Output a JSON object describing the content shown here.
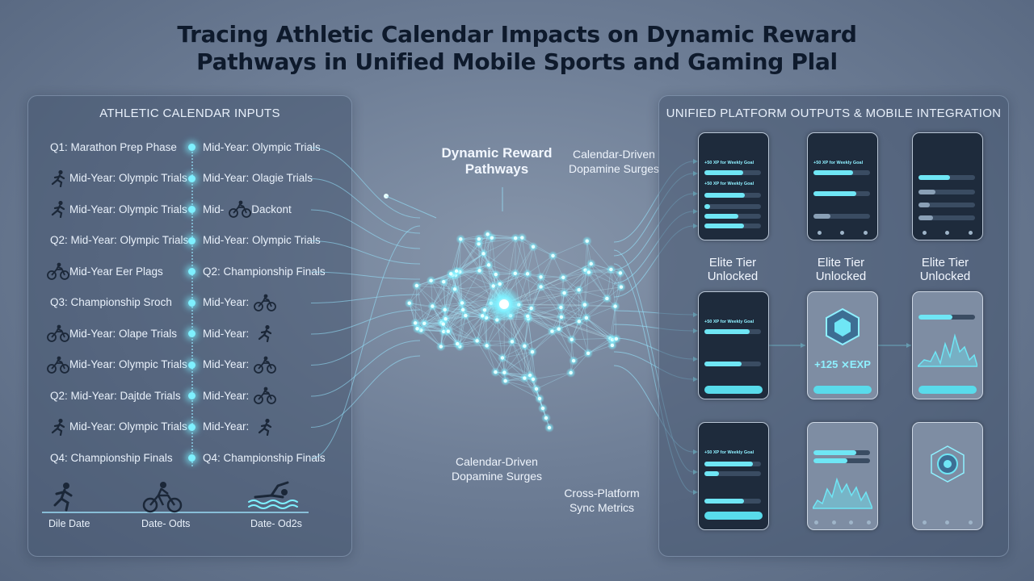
{
  "title_line1": "Tracing Athletic Calendar Impacts on Dynamic Reward",
  "title_line2": "Pathways in Unified Mobile Sports and Gaming Plal",
  "left_panel": {
    "header": "ATHLETIC CALENDAR INPUTS",
    "rows": [
      {
        "left": "Q1: Marathon Prep Phase",
        "left_icon": "",
        "right": "Mid-Year: Olympic Trials",
        "right_icon": ""
      },
      {
        "left": "Mid-Year: Olympic Trials",
        "left_icon": "runner-icon",
        "right": "Mid-Year: Olagie Trials",
        "right_icon": ""
      },
      {
        "left": "Mid-Year: Olympic Trials",
        "left_icon": "runner-icon",
        "right": "Mid-        Dackont",
        "right_icon": "cyclist-icon"
      },
      {
        "left": "Q2: Mid-Year: Olympic Trials",
        "left_icon": "",
        "right": "Mid-Year: Olympic Trials",
        "right_icon": ""
      },
      {
        "left": "Mid-Year Eer Plags",
        "left_icon": "cyclist-icon",
        "right": "Q2: Championship Finals",
        "right_icon": ""
      },
      {
        "left": "Q3: Championship Sroch",
        "left_icon": "",
        "right": "Mid-Year:",
        "right_icon": "cyclist-icon"
      },
      {
        "left": "Mid-Year: Olape Trials",
        "left_icon": "cyclist-icon",
        "right": "Mid-Year:",
        "right_icon": "runner-icon"
      },
      {
        "left": "Mid-Year: Olympic Trials",
        "left_icon": "cyclist-icon",
        "right": "Mid-Year:",
        "right_icon": "cyclist-icon"
      },
      {
        "left": "Q2: Mid-Year: Dajtde Trials",
        "left_icon": "",
        "right": "Mid-Year:",
        "right_icon": "cyclist-icon"
      },
      {
        "left": "Mid-Year: Olympic Trials",
        "left_icon": "runner-icon",
        "right": "Mid-Year:",
        "right_icon": "runner-icon"
      },
      {
        "left": "Q4: Championship Finals",
        "left_icon": "",
        "right": "Q4: Championship Finals",
        "right_icon": ""
      }
    ],
    "footer_labels": [
      "Dile Date",
      "Date- Odts",
      "Date- Od2s"
    ]
  },
  "center": {
    "brain_label": "Dynamic Reward\nPathways",
    "surges_top": "Calendar-Driven\nDopamine Surges",
    "surges_bottom": "Calendar-Driven\nDopamine Surges",
    "sync": "Cross-Platform\nSync Metrics"
  },
  "right_panel": {
    "header": "UNIFIED PLATFORM OUTPUTS & MOBILE INTEGRATION",
    "tiers": [
      "Elite Tier\nUnlocked",
      "Elite Tier\nUnlocked",
      "Elite Tier\nUnlocked"
    ],
    "phone_goal_text": "+50 XP for Weekly Goal",
    "xp_reward": "+125 ⨯EXP"
  },
  "colors": {
    "accent": "#6fe6f5",
    "glow": "#7ef0ff",
    "panel": "#4a5a74",
    "title": "#0e1a2c"
  }
}
